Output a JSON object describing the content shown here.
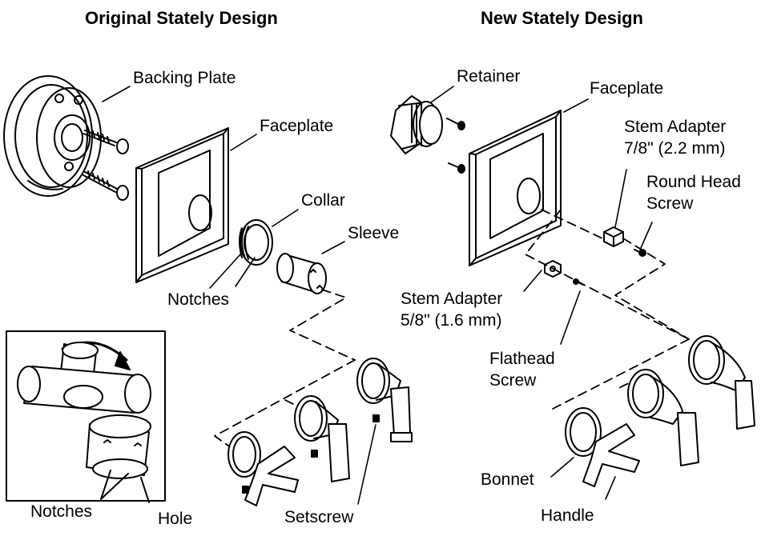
{
  "titles": {
    "original": "Original Stately Design",
    "new": "New Stately Design"
  },
  "labels": {
    "backing_plate": "Backing Plate",
    "faceplate_left": "Faceplate",
    "collar": "Collar",
    "sleeve": "Sleeve",
    "notches_main": "Notches",
    "notches_inset": "Notches",
    "hole": "Hole",
    "setscrew": "Setscrew",
    "retainer": "Retainer",
    "faceplate_right": "Faceplate",
    "stem_adapter_78_line1": "Stem Adapter",
    "stem_adapter_78_line2": "7/8\" (2.2 mm)",
    "round_head_screw_line1": "Round Head",
    "round_head_screw_line2": "Screw",
    "stem_adapter_58_line1": "Stem Adapter",
    "stem_adapter_58_line2": "5/8\" (1.6 mm)",
    "flathead_screw_line1": "Flathead",
    "flathead_screw_line2": "Screw",
    "bonnet": "Bonnet",
    "handle": "Handle"
  }
}
